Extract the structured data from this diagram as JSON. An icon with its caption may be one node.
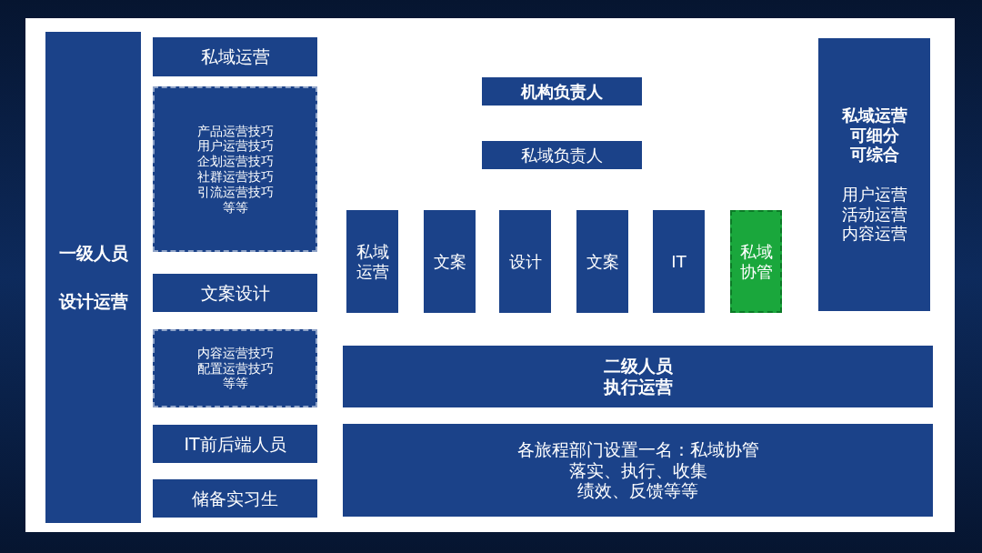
{
  "diagram": {
    "nodes": [
      {
        "text": [
          "一级人员",
          "设计运营"
        ]
      },
      {
        "text": [
          "私域运营"
        ]
      },
      {
        "text": [
          "产品运营技巧",
          "用户运营技巧",
          "企划运营技巧",
          "社群运营技巧",
          "引流运营技巧",
          "等等"
        ]
      },
      {
        "text": [
          "文案设计"
        ]
      },
      {
        "text": [
          "内容运营技巧",
          "配置运营技巧",
          "等等"
        ]
      },
      {
        "text": [
          "IT前后端人员"
        ]
      },
      {
        "text": [
          "储备实习生"
        ]
      },
      {
        "text": [
          "机构负责人"
        ]
      },
      {
        "text": [
          "私域负责人"
        ]
      },
      {
        "text": [
          "私域运营"
        ]
      },
      {
        "text": [
          "文案"
        ]
      },
      {
        "text": [
          "设计"
        ]
      },
      {
        "text": [
          "文案"
        ]
      },
      {
        "text": [
          "IT"
        ]
      },
      {
        "text": [
          "私域协管"
        ]
      },
      {
        "text": [
          "私域运营",
          "可细分",
          "可综合",
          "用户运营",
          "活动运营",
          "内容运营"
        ]
      },
      {
        "text": [
          "二级人员",
          "执行运营"
        ]
      },
      {
        "text": [
          "各旅程部门设置一名：私域协管",
          "落实、执行、收集",
          "绩效、反馈等等"
        ]
      }
    ]
  }
}
